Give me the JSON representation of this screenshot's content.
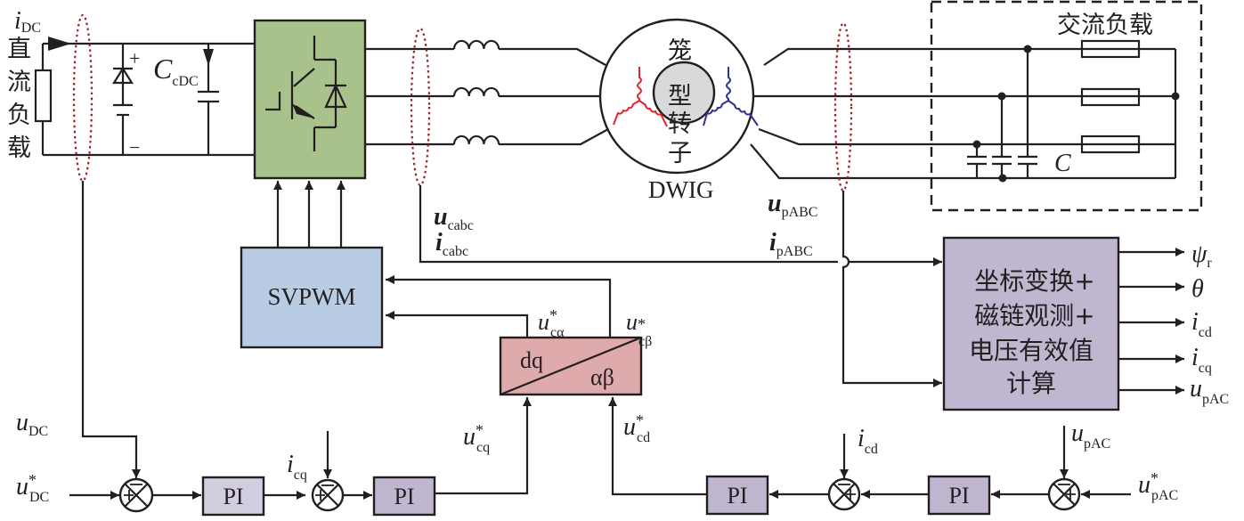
{
  "dc_side": {
    "current_label": "i",
    "current_sub": "DC",
    "load_label_chars": [
      "直",
      "流",
      "负",
      "载"
    ],
    "capacitor_label": "C",
    "capacitor_sub": "cDC",
    "plus": "+",
    "minus": "−"
  },
  "machine": {
    "rotor_chars": [
      "笼",
      "型",
      "转",
      "子"
    ],
    "name": "DWIG",
    "winding_colors": {
      "control": "#e0262b",
      "power": "#2e3192"
    }
  },
  "ac_side": {
    "load_title": "交流负载",
    "capacitor_label": "C"
  },
  "signals": {
    "u_cabc": {
      "main": "u",
      "sub": "cabc"
    },
    "i_cabc": {
      "main": "i",
      "sub": "cabc"
    },
    "u_pABC": {
      "main": "u",
      "sub": "pABC"
    },
    "i_pABC": {
      "main": "i",
      "sub": "pABC"
    }
  },
  "blocks": {
    "svpwm": {
      "label": "SVPWM",
      "color": "#b8cce4"
    },
    "inverter": {
      "color": "#a9c18b"
    },
    "transform": {
      "top_left": "dq",
      "bottom_right": "αβ",
      "color": "#deaaab"
    },
    "calc": {
      "lines": [
        "坐标变换+",
        "磁链观测+",
        "电压有效值",
        "计算"
      ],
      "color": "#c0b6cf"
    },
    "pi_labels": [
      "PI",
      "PI",
      "PI",
      "PI"
    ],
    "pi_colors": [
      "#d3cde0",
      "#c0b6cf",
      "#c0b6cf",
      "#c0b6cf"
    ]
  },
  "calc_outputs": [
    {
      "main": "ψ",
      "sub": "r"
    },
    {
      "main": "θ",
      "sub": ""
    },
    {
      "main": "i",
      "sub": "cd"
    },
    {
      "main": "i",
      "sub": "cq"
    },
    {
      "main": "u",
      "sub": "pAC"
    }
  ],
  "refs": {
    "u_calpha": {
      "main": "u",
      "sup": "*",
      "sub": "cα"
    },
    "u_cbeta": {
      "main": "u",
      "sup": "*",
      "sub": "cβ"
    },
    "u_DC": {
      "main": "u",
      "sub": "DC"
    },
    "u_DC_ref": {
      "main": "u",
      "sup": "*",
      "sub": "DC"
    },
    "i_cq": {
      "main": "i",
      "sub": "cq"
    },
    "u_cq_ref": {
      "main": "u",
      "sup": "*",
      "sub": "cq"
    },
    "u_cd_ref": {
      "main": "u",
      "sup": "*",
      "sub": "cd"
    },
    "i_cd": {
      "main": "i",
      "sub": "cd"
    },
    "u_pAC": {
      "main": "u",
      "sub": "pAC"
    },
    "u_pAC_ref": {
      "main": "u",
      "sup": "*",
      "sub": "pAC"
    }
  }
}
